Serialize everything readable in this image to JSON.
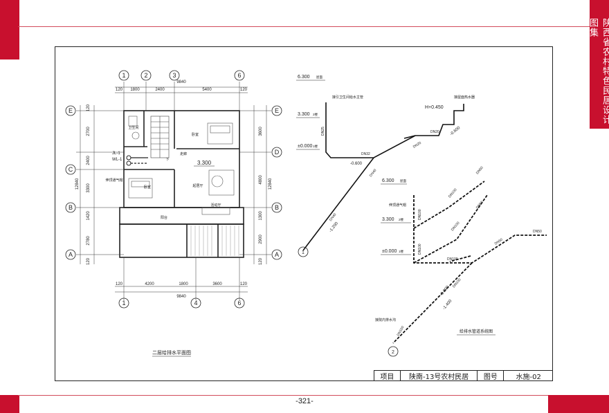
{
  "page": {
    "side_title": "陕西省农村特色民居设计图集",
    "page_number": "-321-"
  },
  "title_block": {
    "project_label": "项目",
    "project_name": "陕南-13号农村民居",
    "drawing_no_label": "图号",
    "drawing_no": "水施-02"
  },
  "floor_plan": {
    "caption": "二层给排水平面图",
    "axes_top": [
      "1",
      "2",
      "3",
      "6"
    ],
    "axes_bottom": [
      "1",
      "4",
      "6"
    ],
    "axes_rows": [
      "E",
      "D",
      "C",
      "B",
      "A"
    ],
    "dims_top": [
      "120",
      "1800",
      "2400",
      "5400",
      "120"
    ],
    "dims_top_total": "9840",
    "dims_bottom": [
      "120",
      "4200",
      "1800",
      "3600",
      "120"
    ],
    "dims_bottom_total": "9840",
    "dims_left": [
      "120",
      "2700",
      "2400",
      "3300",
      "1420",
      "2780",
      "120"
    ],
    "dims_left_total": "12840",
    "dims_right": [
      "3600",
      "4800",
      "1300",
      "2900",
      "120"
    ],
    "dims_right_total": "12840",
    "level": "3.300",
    "pipe_labels": [
      "JL-1",
      "WL-1"
    ],
    "rooms": {
      "bath": "卫生间",
      "bedroom_top": "卧室",
      "bedroom_left": "卧室",
      "corridor": "走廊",
      "living": "起居厅",
      "lounge": "活动厅",
      "balcony": "阳台",
      "vent_note": "伸顶通气帽",
      "down": "下"
    }
  },
  "supply_system": {
    "levels": [
      "6.300",
      "3.300",
      "±0.000"
    ],
    "level_tags": [
      "屋面",
      "2楼",
      "1楼"
    ],
    "labels": {
      "note_top": "接引卫生间给水主管",
      "note_right": "接屋面热水器",
      "h_level": "H+0.450",
      "pipe_names": [
        "DN25",
        "DN32",
        "DN20",
        "DN20",
        "DN40",
        "DN40"
      ],
      "elevations": [
        "-0.600",
        "-0.600",
        "-1.200"
      ],
      "riser_id": "1"
    }
  },
  "drainage_system": {
    "caption": "给排水管道系统图",
    "levels": [
      "6.300",
      "3.300",
      "±0.000"
    ],
    "level_tags": [
      "屋面",
      "2楼",
      "1楼"
    ],
    "labels": {
      "vent_note": "伸顶通气帽",
      "outlet_note": "接院内排水沟",
      "pipe_names": [
        "DN50",
        "DN100",
        "DN100",
        "DN50",
        "DN100",
        "DN100",
        "DN100",
        "DN50",
        "DN50",
        "DN100",
        "DN100"
      ],
      "elevations": [
        "-0.800",
        "-1.400"
      ],
      "riser_id": "2"
    }
  }
}
